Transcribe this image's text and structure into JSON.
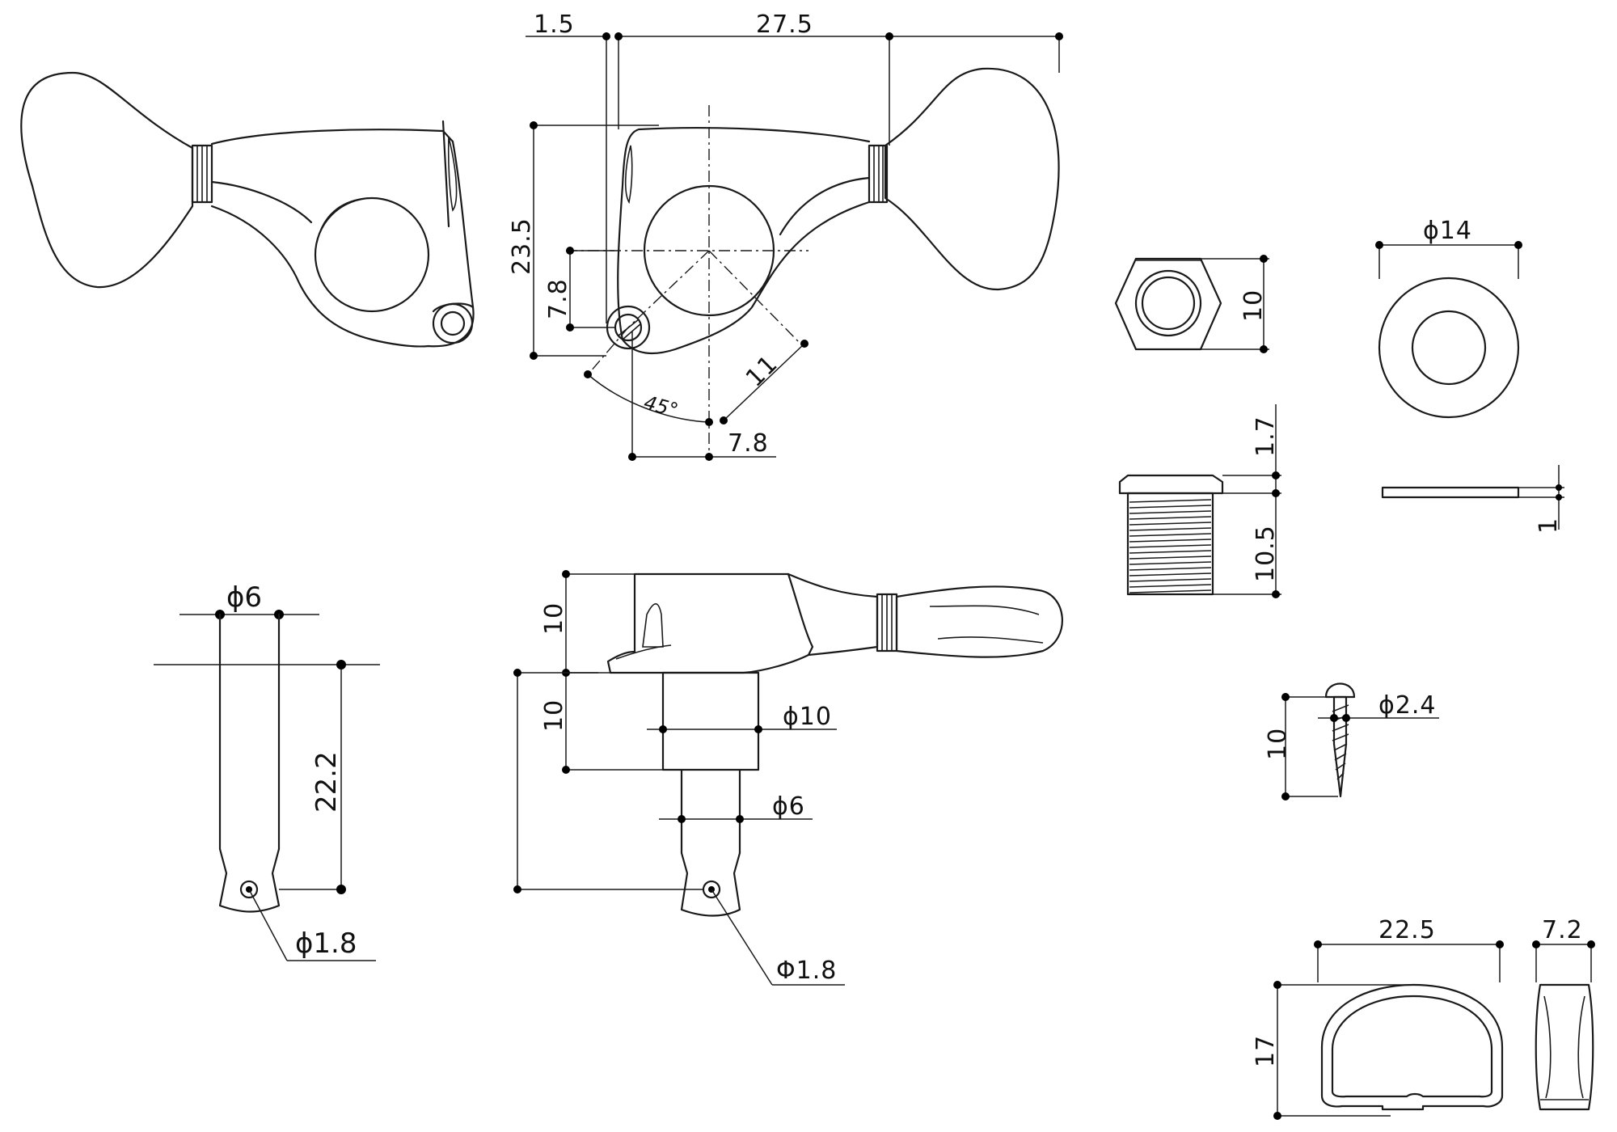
{
  "diagram": {
    "top_dims": {
      "plate_thickness": "1.5",
      "overall_length": "27.5",
      "height": "23.5",
      "post_offset_v": "7.8",
      "post_offset_h": "7.8",
      "diag": "11",
      "angle": "45°"
    },
    "nut": {
      "height": "10"
    },
    "washer": {
      "diameter": "ϕ14",
      "thickness": "1"
    },
    "bushing": {
      "flange": "1.7",
      "thread": "10.5"
    },
    "screw": {
      "diameter": "ϕ2.4",
      "length": "10"
    },
    "post_left": {
      "diameter": "ϕ6",
      "length": "22.2",
      "hole": "ϕ1.8"
    },
    "side_view": {
      "head_height": "10",
      "shaft_height": "10",
      "shaft_diameter": "ϕ10",
      "post_diameter": "ϕ6",
      "hole": "Φ1.8"
    },
    "retainer": {
      "width": "22.5",
      "depth": "7.2",
      "height": "17"
    }
  }
}
